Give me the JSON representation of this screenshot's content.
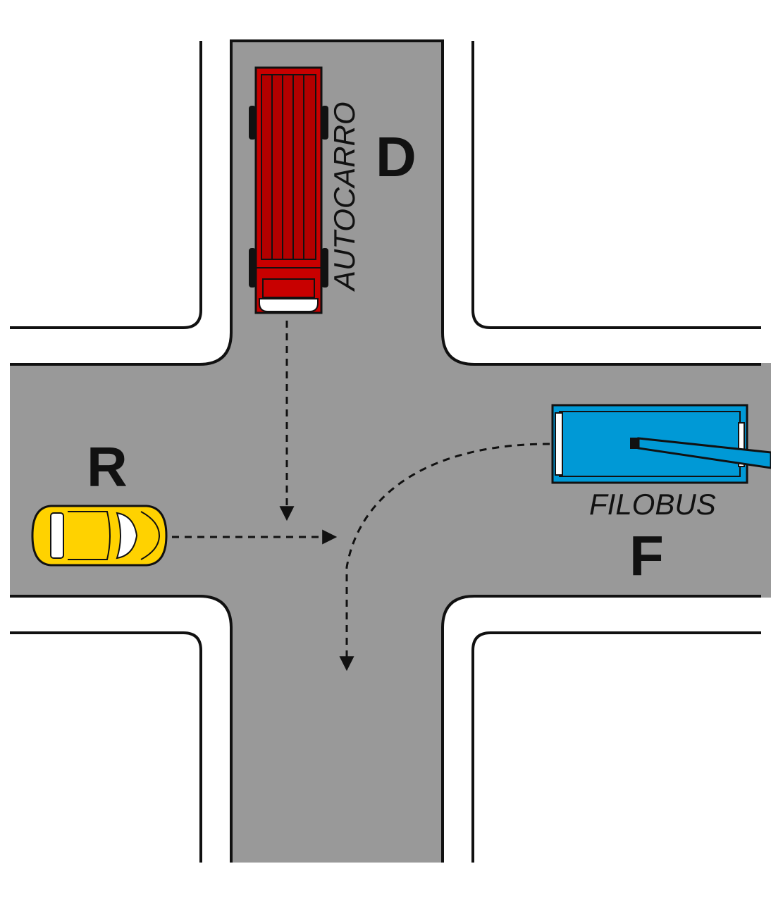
{
  "colors": {
    "road": "#999999",
    "curb": "#111111",
    "background": "#ffffff",
    "truck": "#c80000",
    "car": "#ffd200",
    "trolleybus": "#0099d6",
    "path": "#111111"
  },
  "vehicles": {
    "truck": {
      "letter": "D",
      "label": "AUTOCARRO"
    },
    "car": {
      "letter": "R",
      "label": ""
    },
    "trolleybus": {
      "letter": "F",
      "label": "FILOBUS"
    }
  }
}
